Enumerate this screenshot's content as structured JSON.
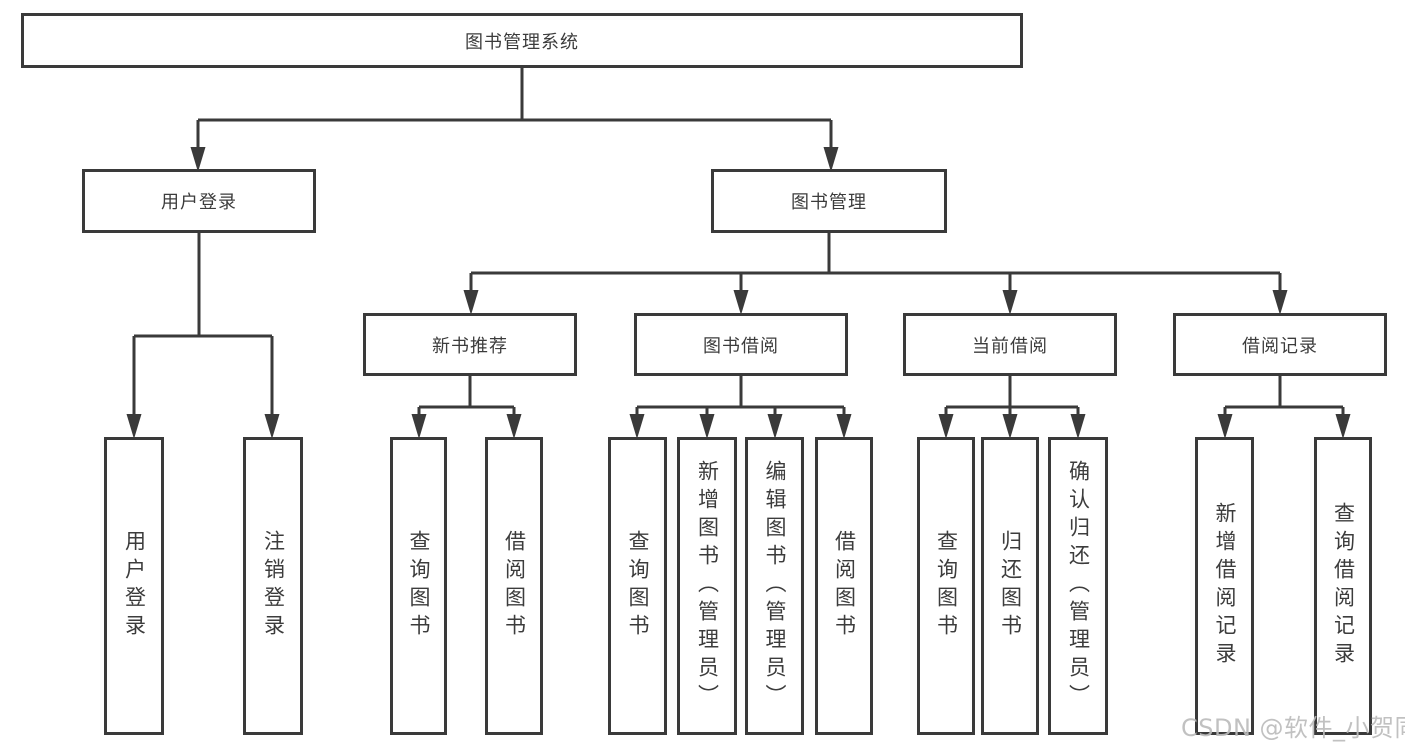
{
  "colors": {
    "line": "#3a3a3a",
    "node_border": "#3a3a3a",
    "node_text": "#3c3c3c",
    "background": "#ffffff",
    "watermark": "#bcbcbc"
  },
  "tree": {
    "label": "图书管理系统",
    "children": [
      {
        "label": "用户登录",
        "children": [
          {
            "label": "用户登录"
          },
          {
            "label": "注销登录"
          }
        ]
      },
      {
        "label": "图书管理",
        "children": [
          {
            "label": "新书推荐",
            "children": [
              {
                "label": "查询图书"
              },
              {
                "label": "借阅图书"
              }
            ]
          },
          {
            "label": "图书借阅",
            "children": [
              {
                "label": "查询图书"
              },
              {
                "label": "新增图书（管理员）"
              },
              {
                "label": "编辑图书（管理员）"
              },
              {
                "label": "借阅图书"
              }
            ]
          },
          {
            "label": "当前借阅",
            "children": [
              {
                "label": "查询图书"
              },
              {
                "label": "归还图书"
              },
              {
                "label": "确认归还（管理员）"
              }
            ]
          },
          {
            "label": "借阅记录",
            "children": [
              {
                "label": "新增借阅记录"
              },
              {
                "label": "查询借阅记录"
              }
            ]
          }
        ]
      }
    ]
  },
  "watermark": {
    "text": "CSDN @软件_小贺同学"
  }
}
